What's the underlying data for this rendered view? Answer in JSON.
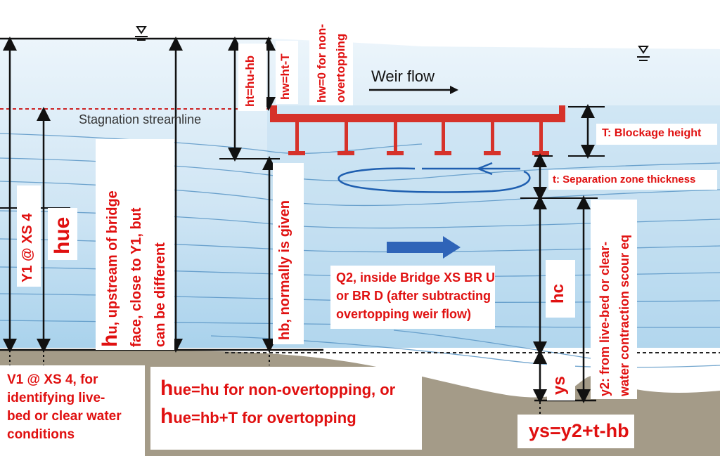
{
  "colors": {
    "label_red": "#e01010",
    "water_light": "#e6f2fa",
    "water_dark": "#a9d2ec",
    "ground": "#a49b88",
    "bridge": "#d6322a",
    "streamline": "#5a96c6",
    "arrow_blue": "#2f64b8"
  },
  "diagram": {
    "weir_flow": "Weir flow",
    "stagnation": "Stagnation streamline",
    "hw_t": "hw=ht-T",
    "hw_zero": [
      "hw=0 for non-",
      "overtopping"
    ],
    "ht": "ht=hu-hb",
    "blockage": "T: Blockage height",
    "separation": "t: Separation zone thickness",
    "y1": "Y1 @ XS 4",
    "hue": "hue",
    "hu": {
      "big": "h",
      "lines": [
        "u, upstream of bridge",
        "face, close to Y1, but",
        "can be different"
      ]
    },
    "hb": "hb, normally is given",
    "q2": [
      "Q2, inside Bridge XS BR U",
      "or BR D (after subtracting",
      "overtopping weir flow)"
    ],
    "hc": "hc",
    "y2": [
      "y2: from live-bed or clear-",
      "water contraction scour eq"
    ],
    "ys": "ys",
    "ys_formula": "ys=y2+t-hb",
    "v1_note": [
      "V1 @ XS 4, for",
      "identifying live-",
      "bed or clear water",
      "conditions"
    ],
    "hue_note": {
      "line1_big": "h",
      "line1": "ue=hu for non-overtopping, or",
      "line2_big": "h",
      "line2": "ue=hb+T for overtopping"
    }
  }
}
